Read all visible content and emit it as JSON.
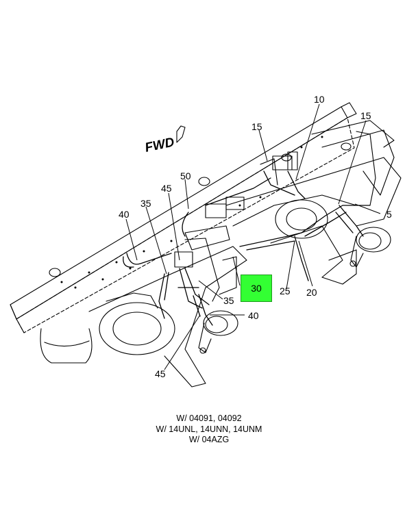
{
  "diagram": {
    "fwd_label": "FWD",
    "callouts": [
      {
        "id": "c10",
        "label": "10"
      },
      {
        "id": "c15a",
        "label": "15"
      },
      {
        "id": "c15b",
        "label": "15"
      },
      {
        "id": "c5",
        "label": "5"
      },
      {
        "id": "c50",
        "label": "50"
      },
      {
        "id": "c45a",
        "label": "45"
      },
      {
        "id": "c35a",
        "label": "35"
      },
      {
        "id": "c40a",
        "label": "40"
      },
      {
        "id": "c25",
        "label": "25"
      },
      {
        "id": "c20",
        "label": "20"
      },
      {
        "id": "c35b",
        "label": "35"
      },
      {
        "id": "c40b",
        "label": "40"
      },
      {
        "id": "c45b",
        "label": "45"
      }
    ],
    "highlight": {
      "label": "30",
      "color": "#33ff33"
    }
  },
  "caption": {
    "line1": "W/ 04091, 04092",
    "line2": "W/ 14UNL, 14UNN, 14UNM",
    "line3": "W/ 04AZG"
  }
}
